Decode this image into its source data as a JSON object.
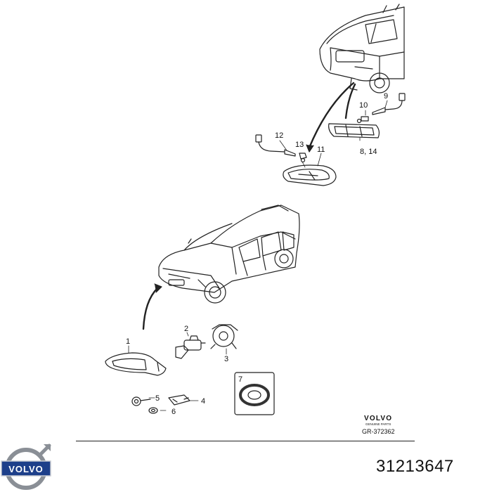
{
  "diagram": {
    "callouts": {
      "c1": "1",
      "c2": "2",
      "c3": "3",
      "c4": "4",
      "c5": "5",
      "c6": "6",
      "c7": "7",
      "c8_14": "8, 14",
      "c9": "9",
      "c10": "10",
      "c11": "11",
      "c12": "12",
      "c13": "13"
    },
    "stamp": {
      "brand": "VOLVO",
      "subtitle": "GENUINE PARTS",
      "ref": "GR-372362"
    }
  },
  "footer": {
    "logo_text": "VOLVO",
    "part_number": "31213647"
  },
  "colors": {
    "line": "#222222",
    "logo_blue": "#1d3f8a",
    "logo_silver": "#8a8f96"
  }
}
